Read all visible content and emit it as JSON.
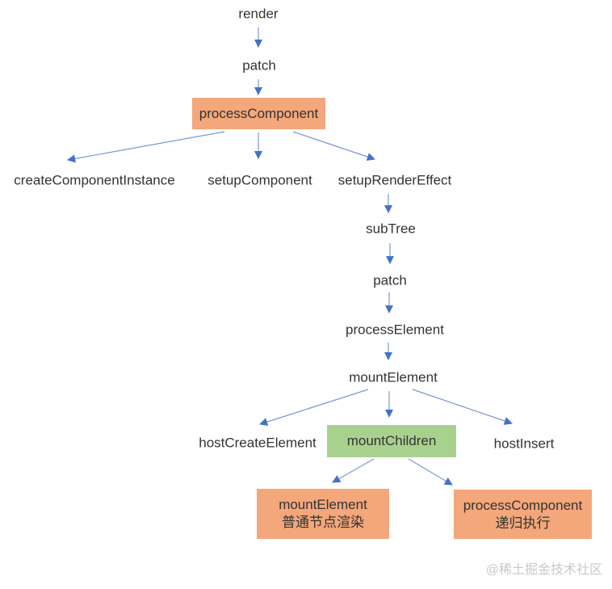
{
  "diagram": {
    "title_hint": "Vue component render/mount call flow",
    "nodes": {
      "render": "render",
      "patch_top": "patch",
      "process_component": "processComponent",
      "create_component_instance": "createComponentInstance",
      "setup_component": "setupComponent",
      "setup_render_effect": "setupRenderEffect",
      "sub_tree": "subTree",
      "patch_mid": "patch",
      "process_element": "processElement",
      "mount_element": "mountElement",
      "host_create_element": "hostCreateElement",
      "mount_children": "mountChildren",
      "host_insert": "hostInsert",
      "mount_element_box": {
        "line1": "mountElement",
        "line2": "普通节点渲染"
      },
      "process_component_box": {
        "line1": "processComponent",
        "line2": "递归执行"
      }
    },
    "colors": {
      "orange_fill": "#F3A77A",
      "green_fill": "#A9D18E",
      "arrow_line": "#7B97D3",
      "arrow_head": "#4472C4",
      "text": "#333333",
      "watermark": "#C8C8C8"
    },
    "watermark": "@稀土掘金技术社区"
  }
}
